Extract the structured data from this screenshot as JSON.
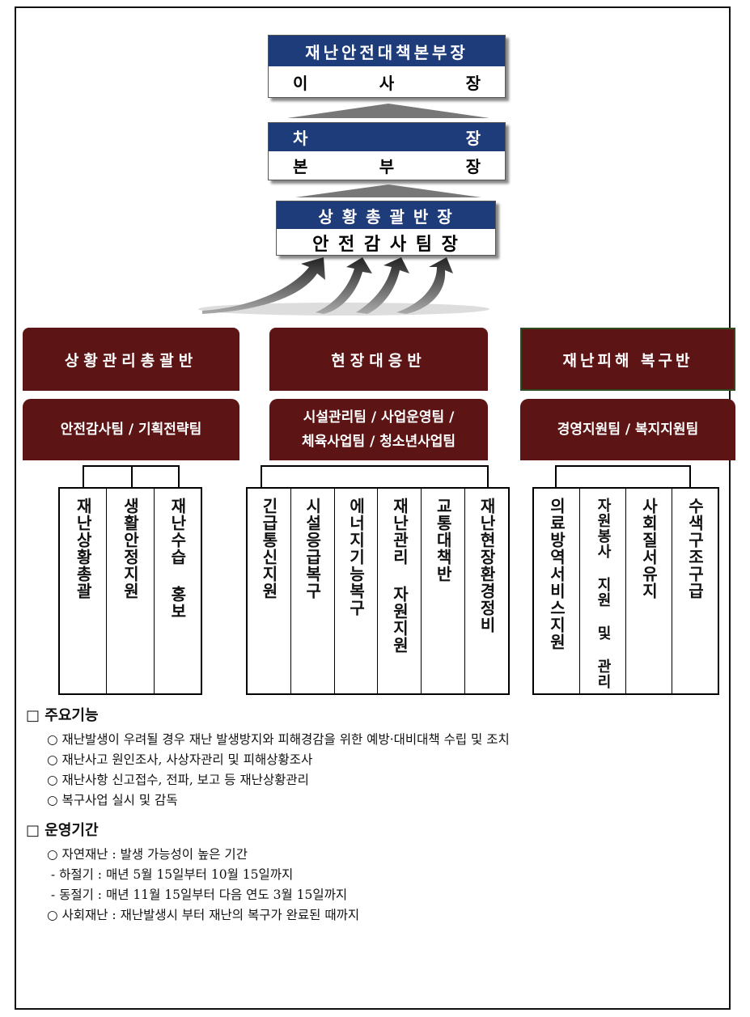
{
  "hq": {
    "top": {
      "title": "재난안전대책본부장",
      "sub": "이 사 장",
      "sub_chars": [
        "이",
        "사",
        "장"
      ]
    },
    "mid": {
      "title_chars": [
        "차",
        "장"
      ],
      "sub_chars": [
        "본",
        "부",
        "장"
      ]
    },
    "low": {
      "title": "상 황 총 괄 반 장",
      "sub": "안 전 감 사 팀 장"
    }
  },
  "depts": [
    {
      "name": "상황관리총괄반",
      "team": "안전감사팀 / 기획전략팀",
      "functions": [
        "재난상황총괄",
        "생활안정지원",
        "재난수습 홍보"
      ]
    },
    {
      "name": "현장대응반",
      "team_lines": [
        "시설관리팀 / 사업운영팀 /",
        "체육사업팀 / 청소년사업팀"
      ],
      "functions": [
        "긴급통신지원",
        "시설응급복구",
        "에너지기능복구",
        "재난관리 자원지원",
        "교통대책반",
        "재난현장환경정비"
      ]
    },
    {
      "name": "재난피해 복구반",
      "team": "경영지원팀 / 복지지원팀",
      "functions": [
        "의료방역서비스지원",
        "자원봉사 지원 및 관리",
        "사회질서유지",
        "수색구조구급"
      ]
    }
  ],
  "functions_section": {
    "title": "□ 주요기능",
    "items": [
      "○ 재난발생이 우려될 경우 재난 발생방지와 피해경감을 위한 예방·대비대책 수립 및 조치",
      "○ 재난사고 원인조사, 사상자관리 및 피해상황조사",
      "○ 재난사항 신고접수, 전파, 보고 등 재난상황관리",
      "○ 복구사업 실시 및 감독"
    ]
  },
  "period_section": {
    "title": "□ 운영기간",
    "items": [
      "○ 자연재난 : 발생 가능성이 높은 기간",
      " - 하절기 : 매년 5월 15일부터 10월 15일까지",
      " - 동절기 : 매년 11월 15일부터 다음 연도 3월 15일까지",
      "○ 사회재난 : 재난발생시 부터 재난의 복구가 완료된 때까지"
    ]
  },
  "colors": {
    "navy": "#1f3c7a",
    "maroon": "#5c1414"
  }
}
